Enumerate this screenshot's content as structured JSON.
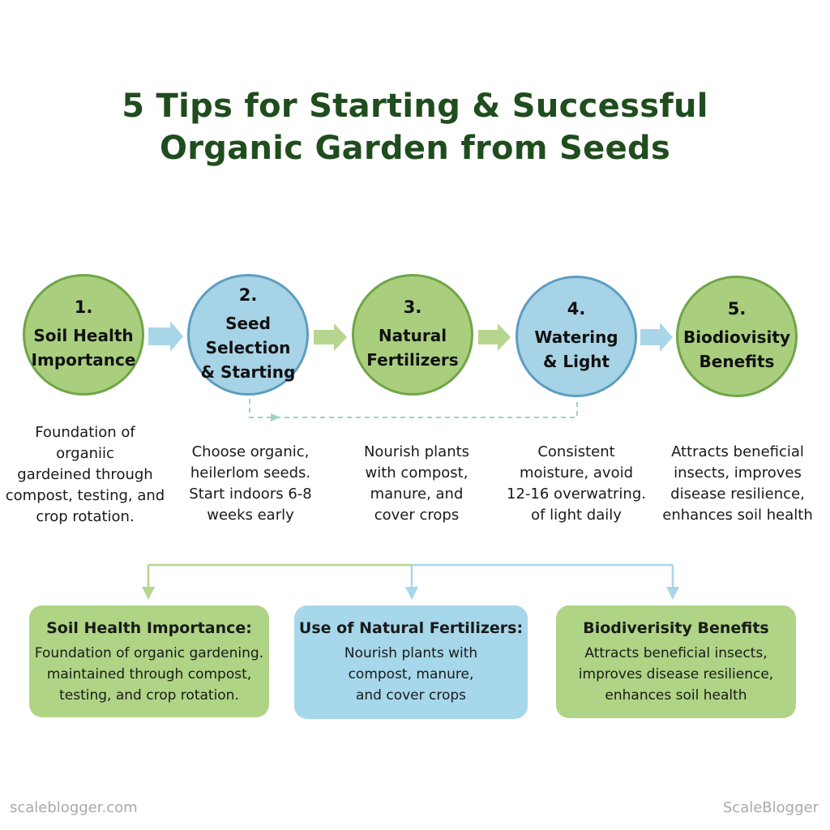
{
  "title": {
    "line1": "5 Tips for Starting & Successful",
    "line2": "Organic Garden from Seeds"
  },
  "steps": [
    {
      "number": "1.",
      "label_lines": [
        "Soil Health",
        "Importance"
      ],
      "description_lines": [
        "Foundation of",
        "organiic",
        "gardeined through",
        "compost, testing, and",
        "crop rotation."
      ],
      "color": "green"
    },
    {
      "number": "2.",
      "label_lines": [
        "Seed Selection",
        "& Starting"
      ],
      "description_lines": [
        "Choose organic,",
        "heilerlom seeds.",
        "Start indoors 6-8",
        "weeks early"
      ],
      "color": "blue"
    },
    {
      "number": "3.",
      "label_lines": [
        "Natural",
        "Fertilizers"
      ],
      "description_lines": [
        "Nourish plants",
        "with compost,",
        "manure, and",
        "cover crops"
      ],
      "color": "green"
    },
    {
      "number": "4.",
      "label_lines": [
        "Watering",
        "& Light"
      ],
      "description_lines": [
        "Consistent",
        "moisture, avoid",
        "12-16 overwatring.",
        "of light daily"
      ],
      "color": "blue"
    },
    {
      "number": "5.",
      "label_lines": [
        "Biodiovisity",
        "Benefits"
      ],
      "description_lines": [
        "Attracts beneficial",
        "insects, improves",
        "disease resilience,",
        "enhances soil health"
      ],
      "color": "green"
    }
  ],
  "summary_boxes": [
    {
      "title": "Soil Health Importance:",
      "text_lines": [
        "Foundation of organic gardening.",
        "maintained through compost,",
        "testing, and crop rotation."
      ],
      "color": "green"
    },
    {
      "title": "Use of Natural Fertilizers:",
      "text_lines": [
        "Nourish plants with",
        "compost, manure,",
        "and cover crops"
      ],
      "color": "blue"
    },
    {
      "title": "Biodiverisity Benefits",
      "text_lines": [
        "Attracts beneficial insects,",
        "improves disease resilience,",
        "enhances soil health"
      ],
      "color": "green"
    }
  ],
  "footer": {
    "left": "scaleblogger.com",
    "right": "ScaleBlogger"
  },
  "colors": {
    "title": "#1f4d1e",
    "green_fill": "#a9cf7e",
    "green_border": "#6fa548",
    "blue_fill": "#a7d3e6",
    "blue_border": "#5d9dc0",
    "arrow_green": "#b6d58f",
    "arrow_blue": "#a9d6e8"
  }
}
